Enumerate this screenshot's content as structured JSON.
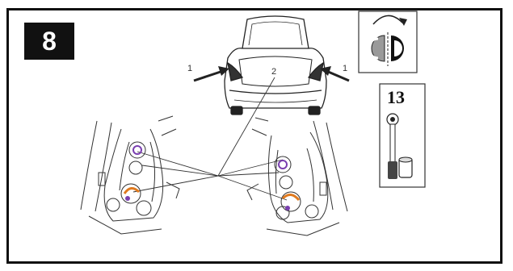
{
  "step": {
    "number": "8"
  },
  "callouts": {
    "arrow_left": "1",
    "arrow_right": "1",
    "pointer": "2"
  },
  "tool": {
    "size": "13"
  },
  "icons": {
    "step": "step-number-badge",
    "disconnect": "connector-rotate-icon",
    "tool": "ratchet-socket-icon",
    "vehicle": "car-rear-trunk-open"
  },
  "colors": {
    "frame": "#111111",
    "badge_bg": "#111111",
    "badge_text": "#ffffff",
    "accent_orange": "#e07a1f",
    "accent_purple": "#7a3fb0"
  }
}
